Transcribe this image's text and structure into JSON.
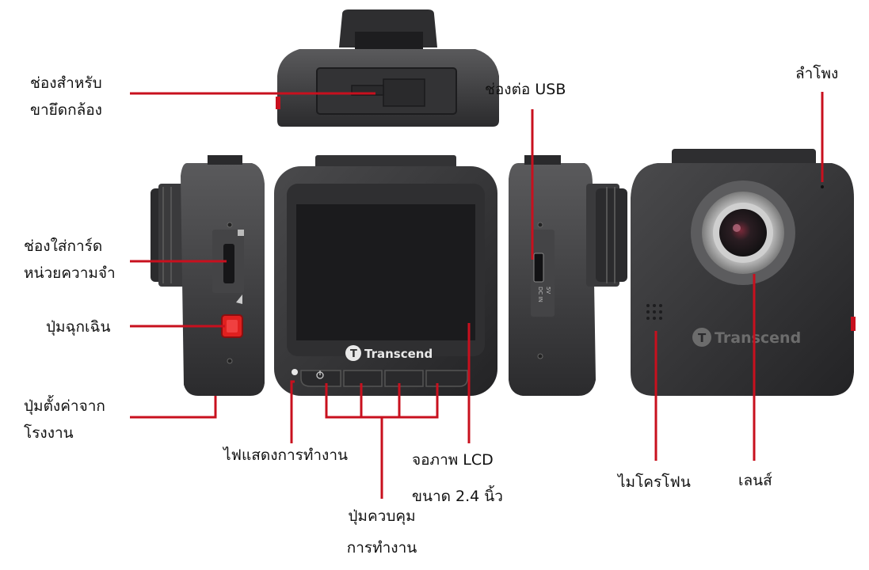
{
  "labels": {
    "mount_slot": [
      "ช่องสำหรับ",
      "ขายึดกล้อง"
    ],
    "usb_port": "ช่องต่อ  USB",
    "speaker": "ลำโพง",
    "card_slot": [
      "ช่องใส่การ์ด",
      "หน่วยความจำ"
    ],
    "emergency_button": "ปุ่มฉุกเฉิน",
    "reset_button": [
      "ปุ่มตั้งค่าจาก",
      "โรงงาน"
    ],
    "status_led": "ไฟแสดงการทำงาน",
    "lcd_screen": [
      "จอภาพ  LCD",
      "ขนาด  2.4  นิ้ว"
    ],
    "control_buttons": [
      "ปุ่มควบคุม",
      "การทำงาน"
    ],
    "microphone": "ไมโครโฟน",
    "lens": "เลนส์"
  },
  "device": {
    "brand": "Transcend",
    "port_marking": [
      "5V",
      "DC IN"
    ]
  },
  "colors": {
    "leader_line": "#c8101e",
    "body": "#3a3a3c",
    "emergency_button": "#e0201f"
  }
}
